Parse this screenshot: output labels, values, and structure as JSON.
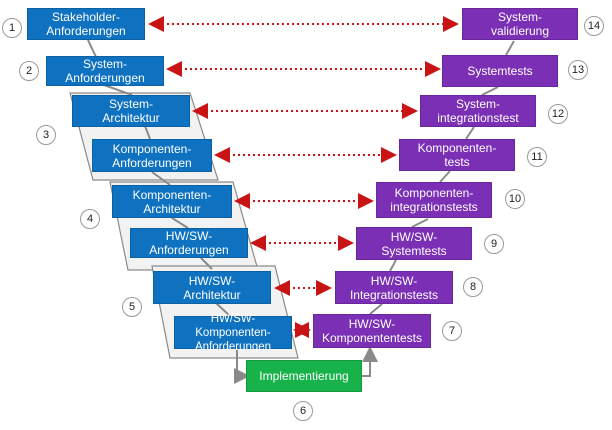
{
  "left_boxes": [
    {
      "label": "Stakeholder-\nAnforderungen"
    },
    {
      "label": "System-\nAnforderungen"
    },
    {
      "label": "System-\nArchitektur"
    },
    {
      "label": "Komponenten-\nAnforderungen"
    },
    {
      "label": "Komponenten-\nArchitektur"
    },
    {
      "label": "HW/SW-\nAnforderungen"
    },
    {
      "label": "HW/SW-\nArchitektur"
    },
    {
      "label": "HW/SW-Komponenten-\nAnforderungen"
    }
  ],
  "right_boxes": [
    {
      "label": "System-\nvalidierung"
    },
    {
      "label": "Systemtests"
    },
    {
      "label": "System-\nintegrationstest"
    },
    {
      "label": "Komponenten-\ntests"
    },
    {
      "label": "Komponenten-\nintegrationstests"
    },
    {
      "label": "HW/SW-\nSystemtests"
    },
    {
      "label": "HW/SW-\nIntegrationstests"
    },
    {
      "label": "HW/SW-\nKomponententests"
    }
  ],
  "bottom_box": {
    "label": "Implementierung"
  },
  "numbers": [
    "1",
    "2",
    "3",
    "4",
    "5",
    "6",
    "7",
    "8",
    "9",
    "10",
    "11",
    "12",
    "13",
    "14"
  ],
  "colors": {
    "blue": "#0f72c0",
    "purple": "#7b2fb5",
    "green": "#18b24a",
    "link_red": "#c81414",
    "connector_gray": "#8a8a8a"
  }
}
